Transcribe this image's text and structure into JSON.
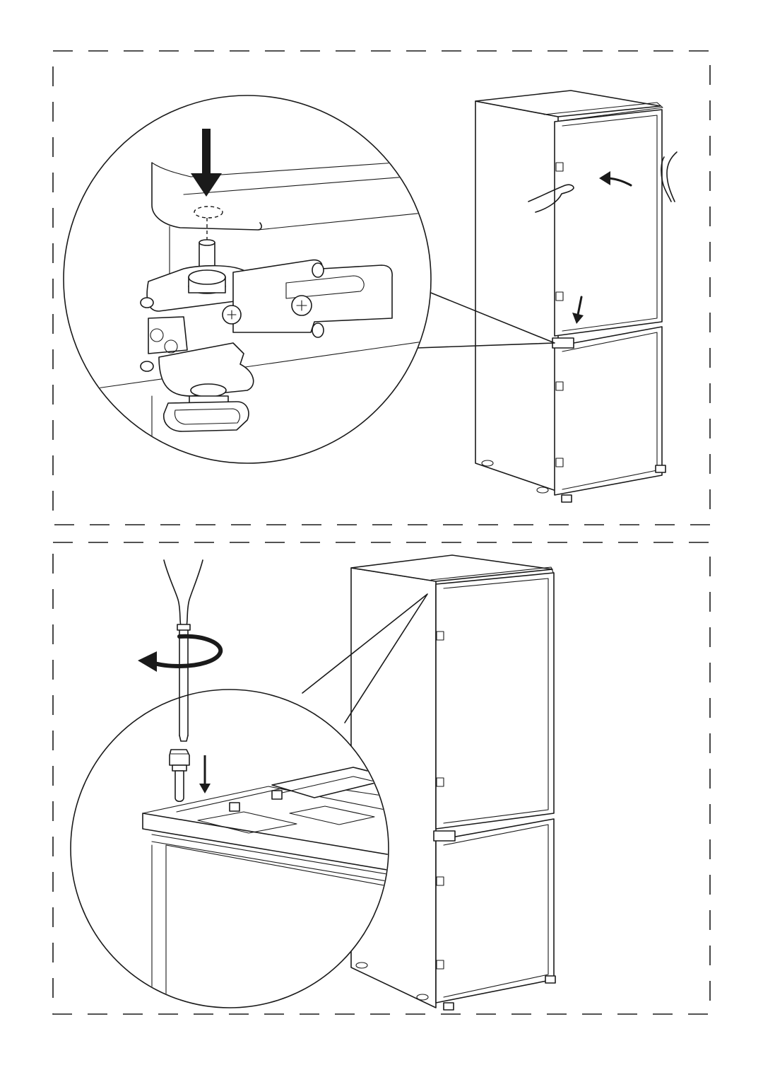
{
  "figure": {
    "panels": [
      {
        "id": "panel-top",
        "content": "door-hinge-alignment"
      },
      {
        "id": "panel-bottom",
        "content": "top-hinge-screw-fastening"
      }
    ],
    "icons": [
      "down-arrow-icon",
      "curved-arrow-icon",
      "rotate-arrow-icon",
      "screwdriver-icon",
      "screw-icon",
      "hinge-icon",
      "hand-icon",
      "refrigerator-icon",
      "magnifier-callout-icon"
    ],
    "colors": {
      "line": "#1a1a1a",
      "background": "#ffffff",
      "shade": "#d9d9d9"
    }
  }
}
